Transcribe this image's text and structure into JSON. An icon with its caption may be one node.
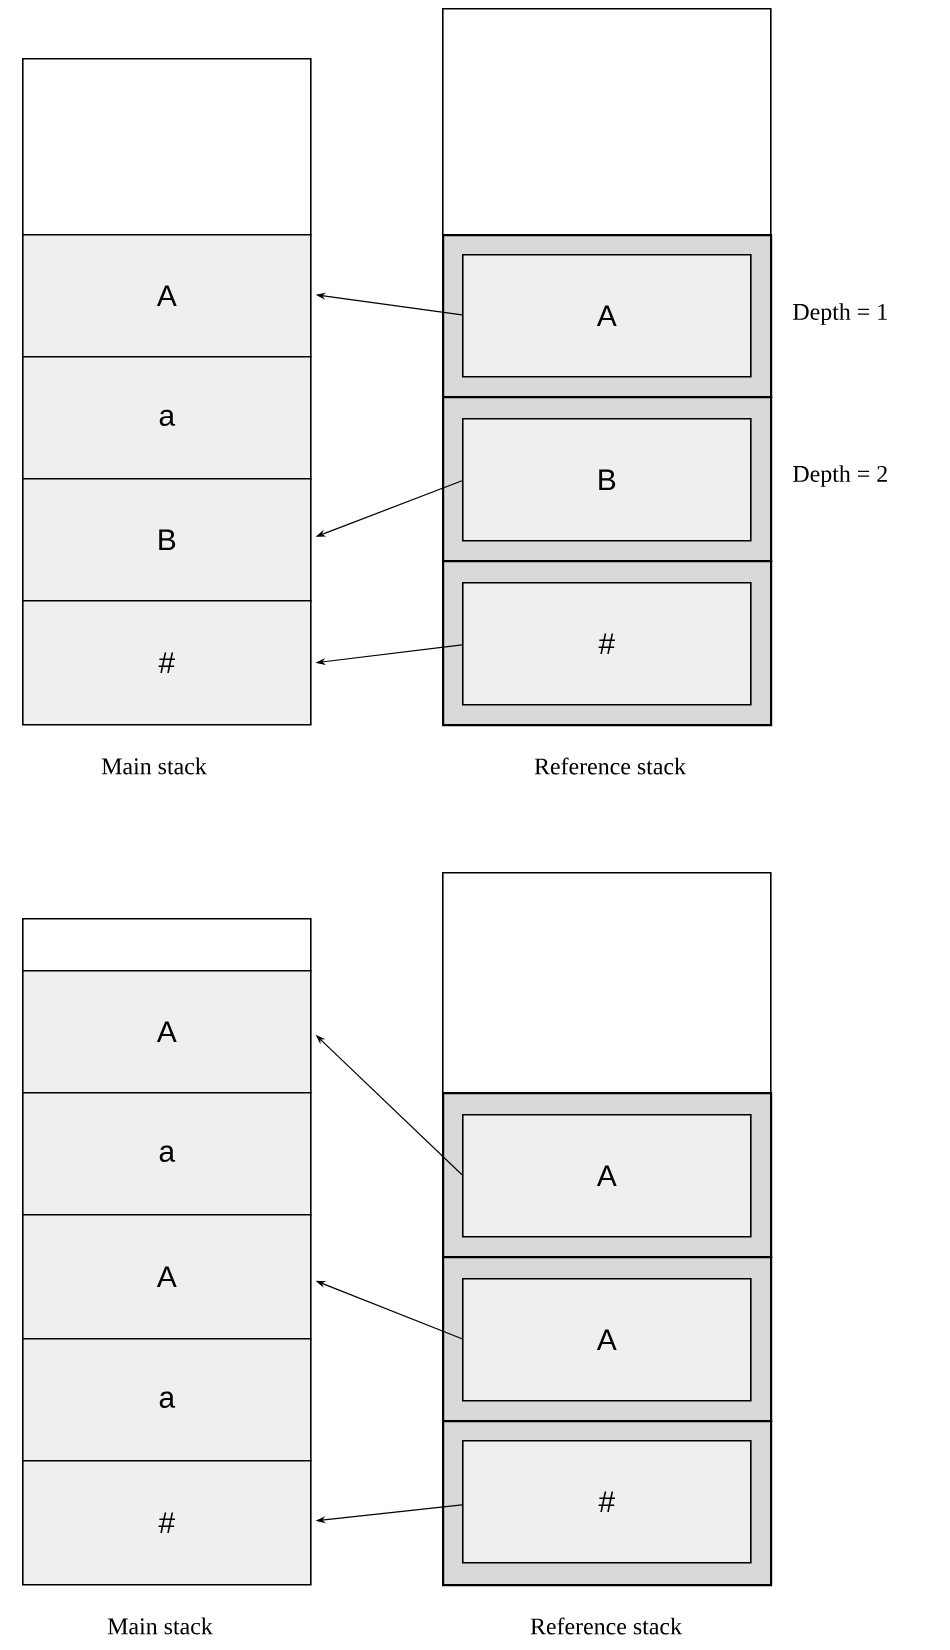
{
  "diagram": {
    "nodes": [
      {
        "text": [],
        "shape": "box"
      },
      {
        "text": [
          "A"
        ]
      },
      {
        "text": [
          "a"
        ]
      },
      {
        "text": [
          "B"
        ]
      },
      {
        "text": [
          "#"
        ]
      },
      {
        "text": [],
        "shape": "box"
      },
      {
        "text": [],
        "shape": "box",
        "beside": [
          "Depth = 1"
        ]
      },
      {
        "text": [
          "A"
        ],
        "in": 6
      },
      {
        "text": [],
        "shape": "box",
        "beside": [
          "Depth = 2"
        ]
      },
      {
        "text": [
          "B"
        ],
        "in": 8
      },
      {
        "text": [],
        "shape": "box"
      },
      {
        "text": [
          "#"
        ],
        "in": 10
      },
      {
        "text": [],
        "shape": "box"
      },
      {
        "text": [
          "A"
        ]
      },
      {
        "text": [
          "a"
        ]
      },
      {
        "text": [
          "A"
        ]
      },
      {
        "text": [
          "a"
        ]
      },
      {
        "text": [
          "#"
        ]
      },
      {
        "text": [],
        "shape": "box"
      },
      {
        "text": [],
        "shape": "box"
      },
      {
        "text": [
          "A"
        ],
        "in": 19
      },
      {
        "text": [],
        "shape": "box"
      },
      {
        "text": [
          "A"
        ],
        "in": 21
      },
      {
        "text": [],
        "shape": "box"
      },
      {
        "text": [
          "#"
        ],
        "in": 23
      }
    ],
    "edges": [
      {
        "from": 7,
        "to": 1,
        "arrow": "to"
      },
      {
        "from": 9,
        "to": 3,
        "arrow": "to"
      },
      {
        "from": 11,
        "to": 4,
        "arrow": "to"
      },
      {
        "from": 20,
        "to": 13,
        "arrow": "to"
      },
      {
        "from": 22,
        "to": 15,
        "arrow": "to"
      },
      {
        "from": 24,
        "to": 17,
        "arrow": "to"
      }
    ],
    "labels": [
      "Main stack",
      "Reference stack",
      "Main stack",
      "Reference stack"
    ]
  }
}
